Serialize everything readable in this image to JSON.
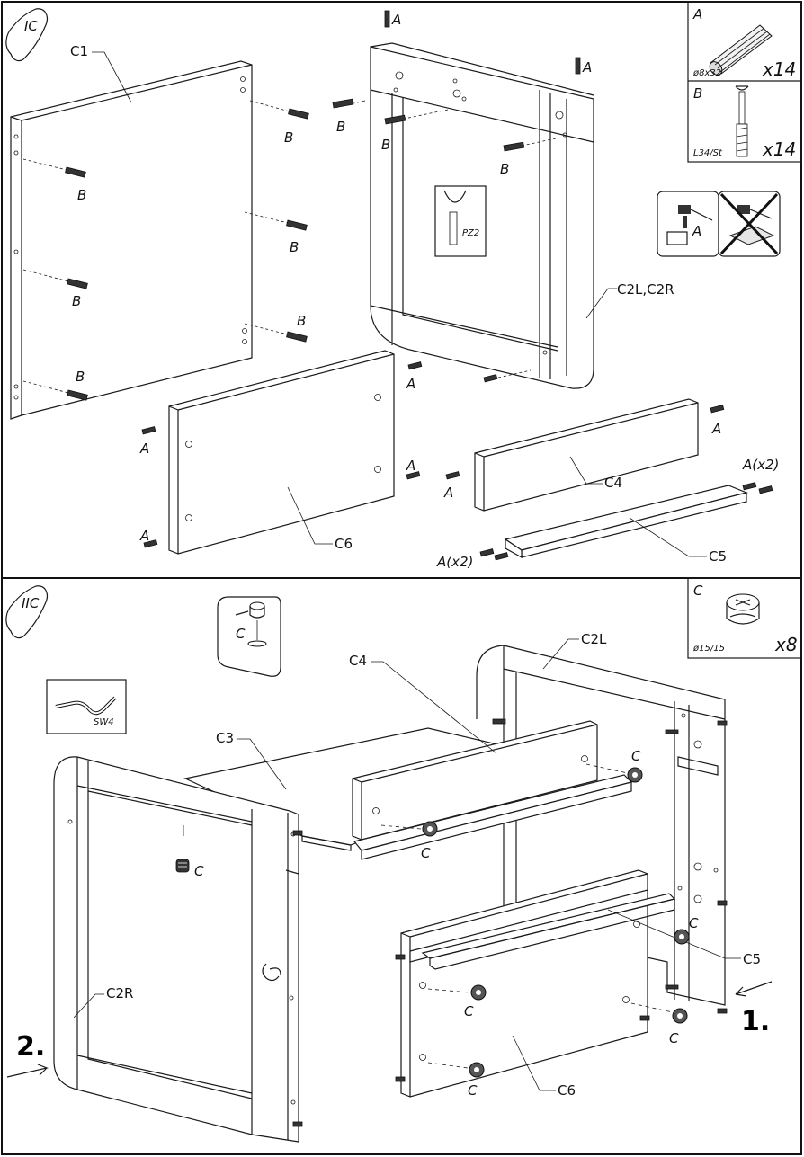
{
  "step1": {
    "badge": "IC",
    "labels": {
      "c1": "C1",
      "c2": "C2L,C2R",
      "c4": "C4",
      "c5": "C5",
      "c6": "C6"
    },
    "fastener_a": "A",
    "fastener_b": "B",
    "fastener_a_x2": "A(x2)",
    "tool": "PZ2",
    "legend": [
      {
        "letter": "A",
        "size": "ø8x32",
        "qty": "x14",
        "icon": "dowel-icon"
      },
      {
        "letter": "B",
        "size": "L34/St",
        "qty": "x14",
        "icon": "screw-icon"
      }
    ],
    "hammer_hint": {
      "letter": "A",
      "icons": [
        "hammer-icon",
        "crossed-out-icon"
      ]
    }
  },
  "step2": {
    "badge": "IIC",
    "labels": {
      "c2l": "C2L",
      "c2r": "C2R",
      "c3": "C3",
      "c4": "C4",
      "c5": "C5",
      "c6": "C6"
    },
    "fastener_c": "C",
    "tool": "SW4",
    "legend": {
      "letter": "C",
      "size": "ø15/15",
      "qty": "x8",
      "icon": "cam-lock-icon"
    },
    "order": [
      "1.",
      "2."
    ]
  }
}
